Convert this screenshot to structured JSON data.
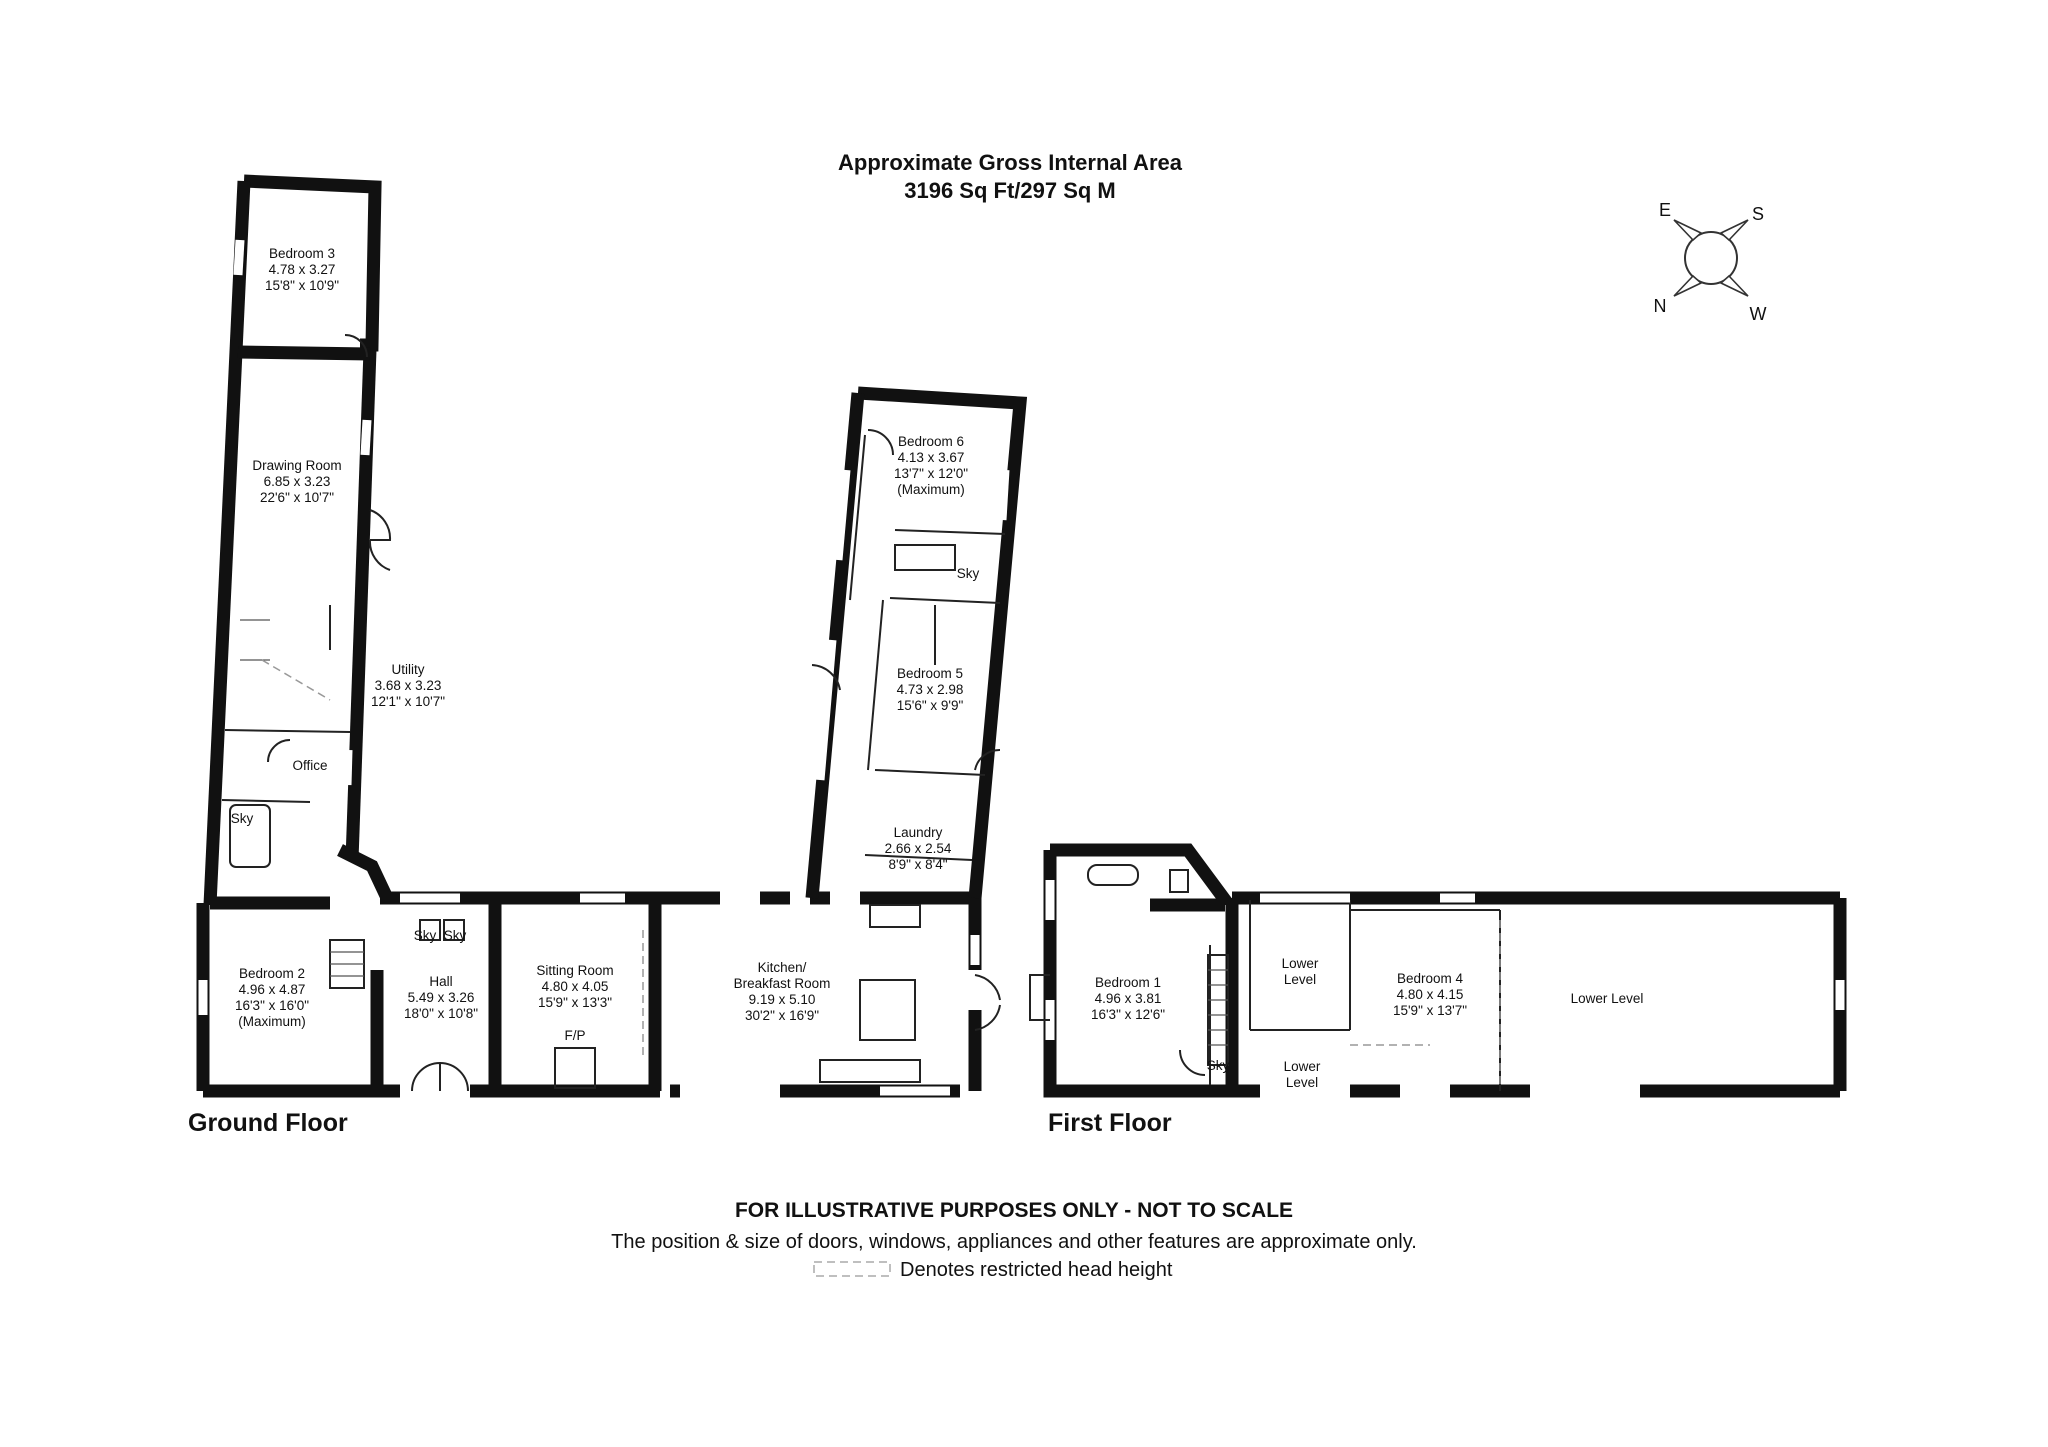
{
  "header": {
    "title_line1": "Approximate Gross Internal Area",
    "title_line2": "3196 Sq Ft/297 Sq M"
  },
  "compass": {
    "e": "E",
    "s": "S",
    "n": "N",
    "w": "W"
  },
  "floors": {
    "ground": "Ground Floor",
    "first": "First Floor"
  },
  "rooms": {
    "bedroom3": [
      "Bedroom 3",
      "4.78 x 3.27",
      "15'8\" x 10'9\""
    ],
    "drawing_room": [
      "Drawing Room",
      "6.85 x 3.23",
      "22'6\" x 10'7\""
    ],
    "utility": [
      "Utility",
      "3.68 x 3.23",
      "12'1\" x 10'7\""
    ],
    "office": [
      "Office"
    ],
    "bedroom2": [
      "Bedroom 2",
      "4.96 x 4.87",
      "16'3\" x 16'0\"",
      "(Maximum)"
    ],
    "hall": [
      "Hall",
      "5.49 x 3.26",
      "18'0\" x 10'8\""
    ],
    "sitting_room": [
      "Sitting Room",
      "4.80 x 4.05",
      "15'9\" x 13'3\""
    ],
    "fireplace": [
      "F/P"
    ],
    "kitchen": [
      "Kitchen/",
      "Breakfast Room",
      "9.19 x 5.10",
      "30'2\" x 16'9\""
    ],
    "bedroom6": [
      "Bedroom 6",
      "4.13 x 3.67",
      "13'7\" x 12'0\"",
      "(Maximum)"
    ],
    "bedroom5": [
      "Bedroom 5",
      "4.73 x 2.98",
      "15'6\" x 9'9\""
    ],
    "laundry": [
      "Laundry",
      "2.66 x 2.54",
      "8'9\" x 8'4\""
    ],
    "bedroom1": [
      "Bedroom 1",
      "4.96 x 3.81",
      "16'3\" x 12'6\""
    ],
    "lower_level_a": [
      "Lower",
      "Level"
    ],
    "lower_level_b": [
      "Lower",
      "Level"
    ],
    "bedroom4": [
      "Bedroom 4",
      "4.80 x 4.15",
      "15'9\" x 13'7\""
    ],
    "lower_level_c": [
      "Lower Level"
    ]
  },
  "skylights": {
    "gf_bath": "Sky",
    "hall_a": "Sky",
    "hall_b": "Sky",
    "b6_bath": "Sky",
    "ff_landing": "Sky"
  },
  "footer": {
    "disclaimer_bold": "FOR ILLUSTRATIVE PURPOSES ONLY - NOT TO SCALE",
    "disclaimer": "The position & size of doors, windows, appliances and other features are approximate only.",
    "legend": "Denotes restricted head height"
  }
}
